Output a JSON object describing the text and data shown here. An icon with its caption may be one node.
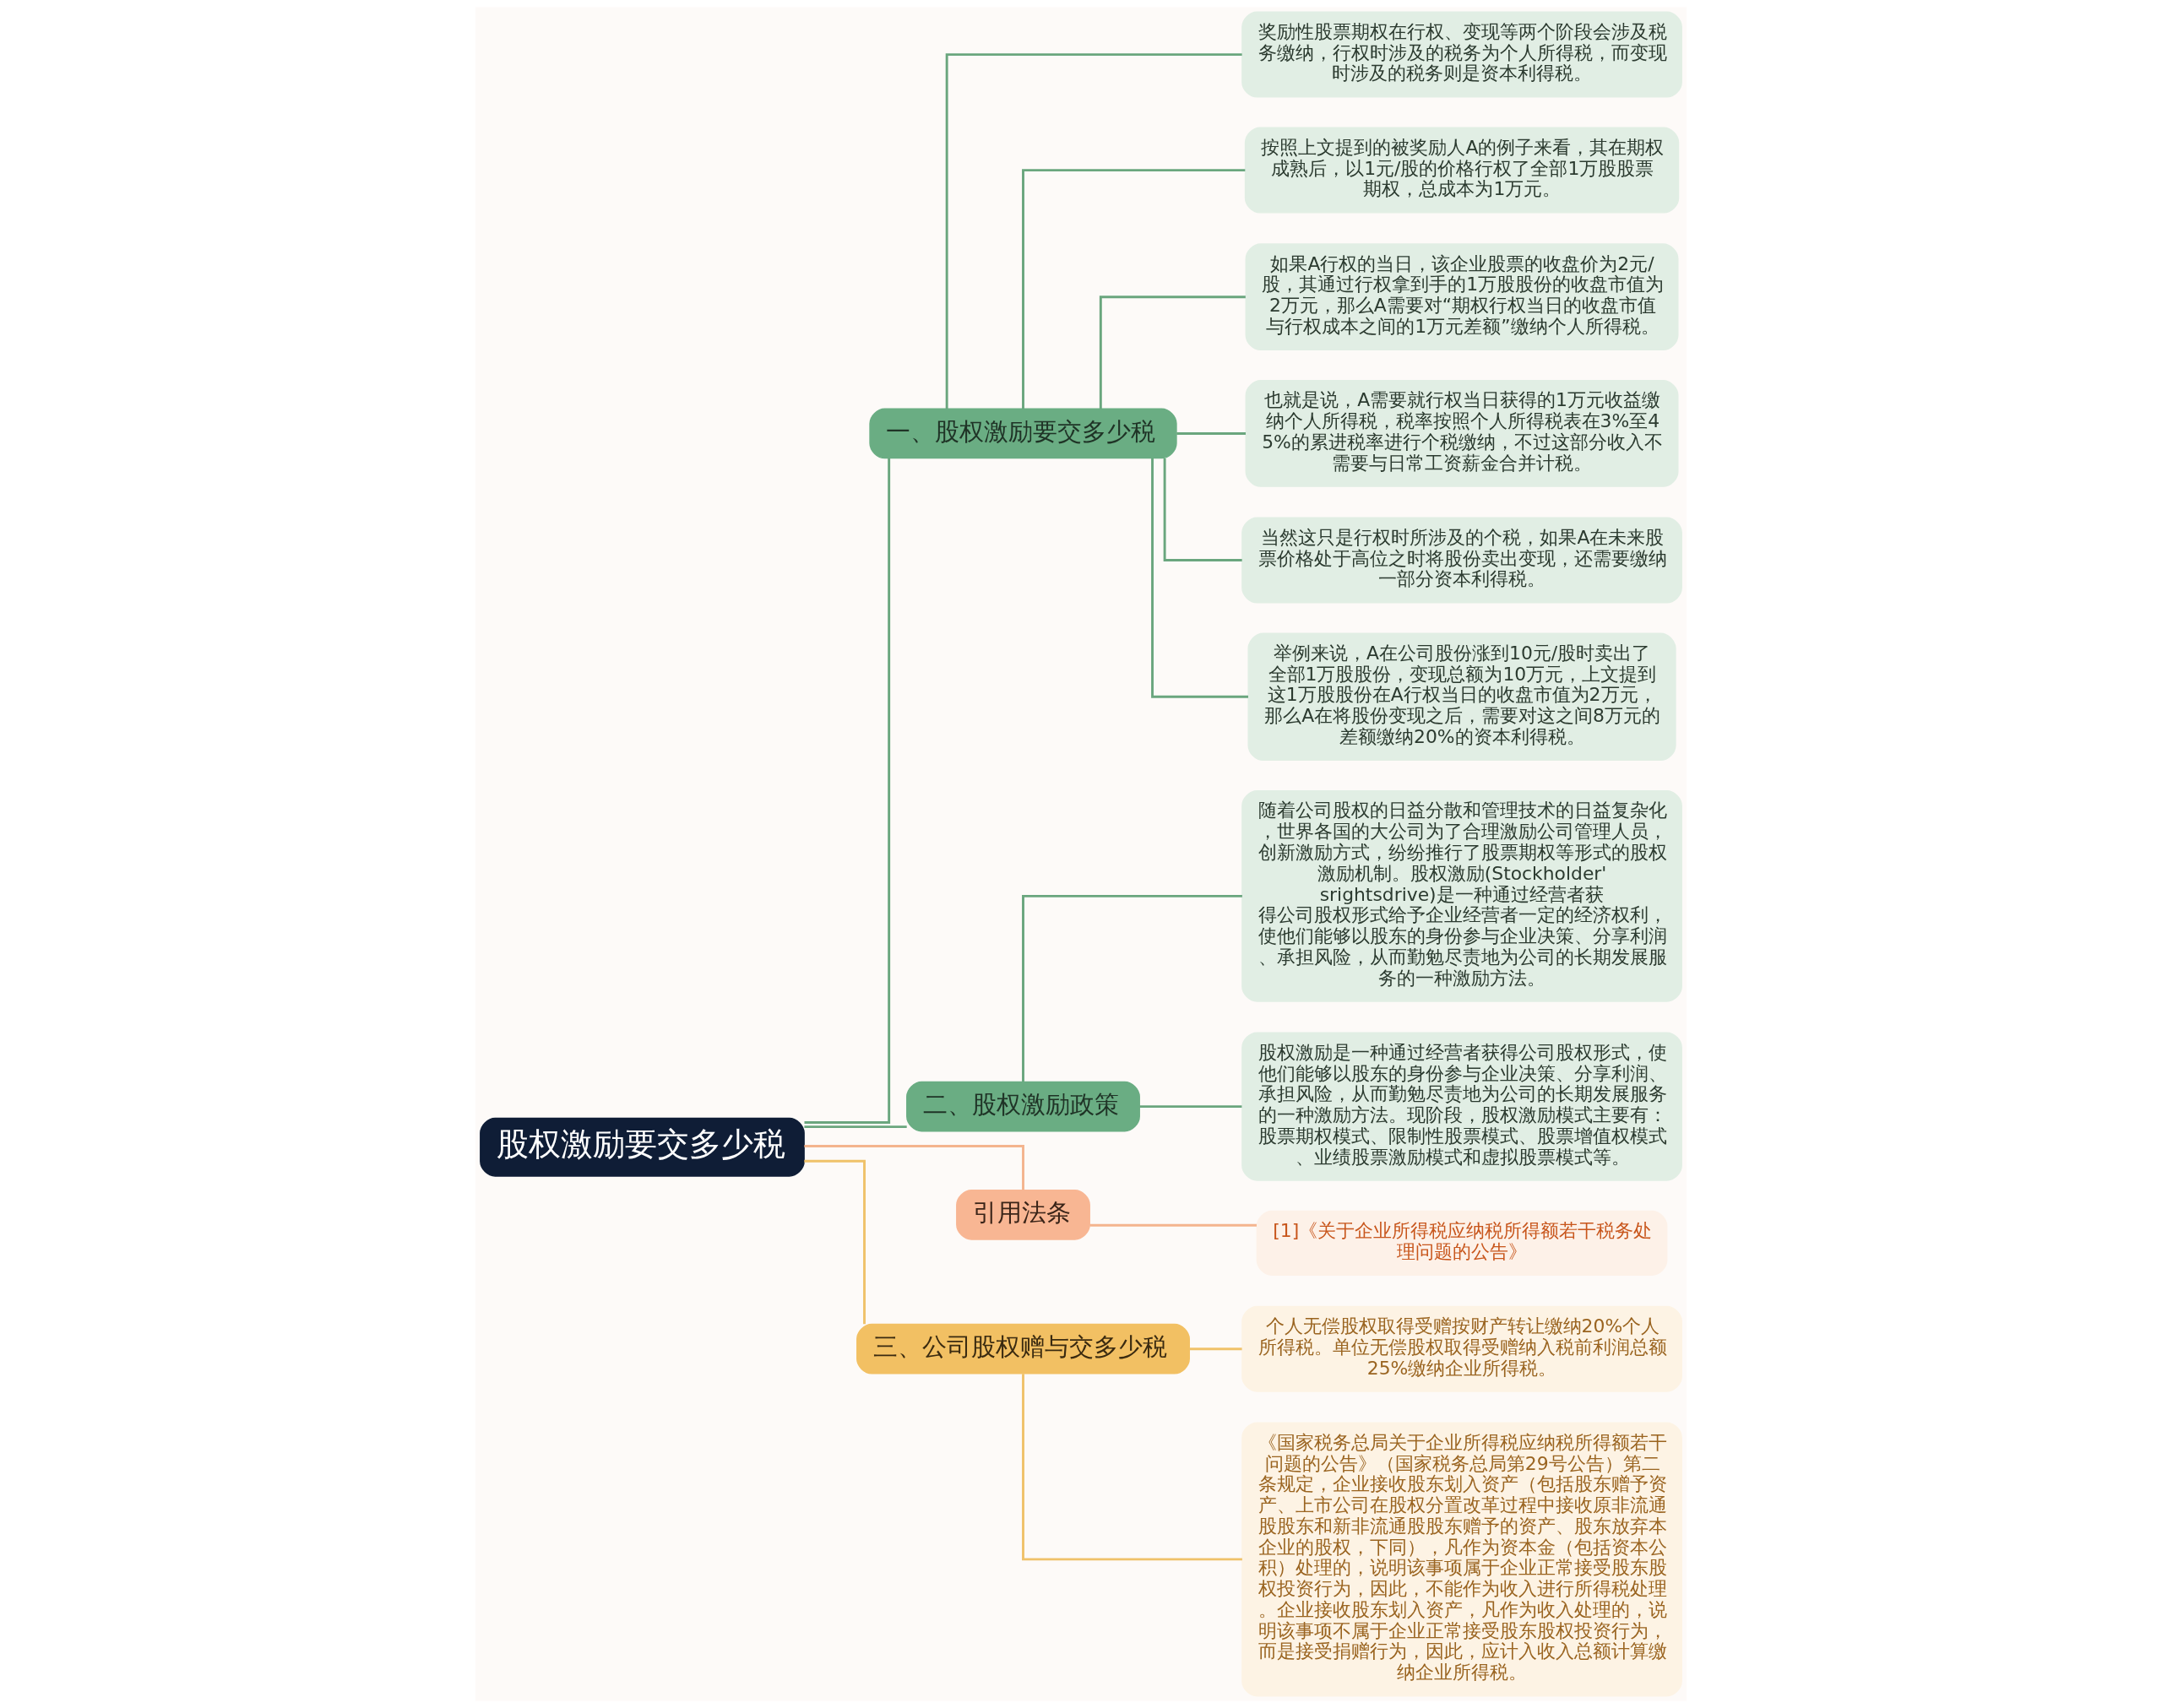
{
  "diagram": {
    "nodes": [
      {
        "text": [
          "股权激励要交多少税"
        ]
      },
      {
        "text": [
          "一、股权激励要交多少税"
        ]
      },
      {
        "text": [
          "奖励性股票期权在行权、变现等两个阶段会涉及税务缴纳，行权时涉及的税务为个人所得税，而变现时涉及的税务则是资本利得税。"
        ]
      },
      {
        "text": [
          "按照上文提到的被奖励人A的例子来看，其在期权成熟后，以1元/股的价格行权了全部1万股股票期权，总成本为1万元。"
        ]
      },
      {
        "text": [
          "如果A行权的当日，该企业股票的收盘价为2元/股，其通过行权拿到手的1万股股份的收盘市值为2万元，那么A需要对“期权行权当日的收盘市值与行权成本之间的1万元差额”缴纳个人所得税。"
        ]
      },
      {
        "text": [
          "也就是说，A需要就行权当日获得的1万元收益缴纳个人所得税，税率按照个人所得税表在3%至45%的累进税率进行个税缴纳，不过这部分收入不需要与日常工资薪金合并计税。"
        ]
      },
      {
        "text": [
          "当然这只是行权时所涉及的个税，如果A在未来股票价格处于高位之时将股份卖出变现，还需要缴纳一部分资本利得税。"
        ]
      },
      {
        "text": [
          "举例来说，A在公司股份涨到10元/股时卖出了全部1万股股份，变现总额为10万元，上文提到这1万股股份在A行权当日的收盘市值为2万元，那么A在将股份变现之后，需要对这之间8万元的差额缴纳20%的资本利得税。"
        ]
      },
      {
        "text": [
          "二、股权激励政策"
        ]
      },
      {
        "text": [
          "随着公司股权的日益分散和管理技术的日益复杂化，世界各国的大公司为了合理激励公司管理人员，创新激励方式，纷纷推行了股票期权等形式的股权激励机制。股权激励(Stockholder'srightsdrive)是一种通过经营者获得公司股权形式给予企业经营者一定的经济权利，使他们能够以股东的身份参与企业决策、分享利润、承担风险，从而勤勉尽责地为公司的长期发展服务的一种激励方法。"
        ]
      },
      {
        "text": [
          "股权激励是一种通过经营者获得公司股权形式，使他们能够以股东的身份参与企业决策、分享利润、承担风险，从而勤勉尽责地为公司的长期发展服务的一种激励方法。现阶段，股权激励模式主要有：股票期权模式、限制性股票模式、股票增值权模式、业绩股票激励模式和虚拟股票模式等。"
        ]
      },
      {
        "text": [
          "引用法条"
        ]
      },
      {
        "text": [
          "[1]《关于企业所得税应纳税所得额若干税务处理问题的公告》"
        ]
      },
      {
        "text": [
          "三、公司股权赠与交多少税"
        ]
      },
      {
        "text": [
          "个人无偿股权取得受赠按财产转让缴纳20%个人所得税。单位无偿股权取得受赠纳入税前利润总额25%缴纳企业所得税。"
        ]
      },
      {
        "text": [
          "《国家税务总局关于企业所得税应纳税所得额若干问题的公告》（国家税务总局第29号公告）第二条规定，企业接收股东划入资产（包括股东赠予资产、上市公司在股权分置改革过程中接收原非流通股股东和新非流通股股东赠予的资产、股东放弃本企业的股权，下同），凡作为资本金（包括资本公积）处理的，说明该事项属于企业正常接受股东股权投资行为，因此，不能作为收入进行所得税处理。企业接收股东划入资产，凡作为收入处理的，说明该事项不属于企业正常接受股东股权投资行为，而是接受捐赠行为，因此，应计入收入总额计算缴纳企业所得税。"
        ]
      }
    ],
    "edges": [
      {
        "from": 0,
        "to": 1,
        "arrow": "none"
      },
      {
        "from": 1,
        "to": 2,
        "arrow": "none"
      },
      {
        "from": 1,
        "to": 3,
        "arrow": "none"
      },
      {
        "from": 1,
        "to": 4,
        "arrow": "none"
      },
      {
        "from": 1,
        "to": 5,
        "arrow": "none"
      },
      {
        "from": 1,
        "to": 6,
        "arrow": "none"
      },
      {
        "from": 1,
        "to": 7,
        "arrow": "none"
      },
      {
        "from": 0,
        "to": 8,
        "arrow": "none"
      },
      {
        "from": 8,
        "to": 9,
        "arrow": "none"
      },
      {
        "from": 8,
        "to": 10,
        "arrow": "none"
      },
      {
        "from": 0,
        "to": 11,
        "arrow": "none",
        "color": "#f4b48e"
      },
      {
        "from": 11,
        "to": 12,
        "arrow": "none",
        "color": "#f4b48e"
      },
      {
        "from": 0,
        "to": 13,
        "arrow": "none",
        "color": "#f0c26a"
      },
      {
        "from": 13,
        "to": 14,
        "arrow": "none",
        "color": "#f0c26a"
      },
      {
        "from": 13,
        "to": 15,
        "arrow": "none",
        "color": "#f0c26a"
      }
    ]
  }
}
